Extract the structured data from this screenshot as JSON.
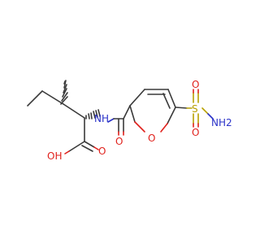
{
  "molecule": {
    "atoms": {
      "oh": "OH",
      "acid_o": "O",
      "nh": "NH",
      "amide_o": "O",
      "ring_o": "O",
      "sulfur": "S",
      "sulfonyl_o_top": "O",
      "sulfonyl_o_bottom": "O",
      "nh2": "NH2"
    },
    "colors": {
      "carbon_bond": "#3a3a3a",
      "oxygen": "#e0201b",
      "nitrogen": "#2b33c9",
      "sulfur": "#b8a000"
    }
  }
}
